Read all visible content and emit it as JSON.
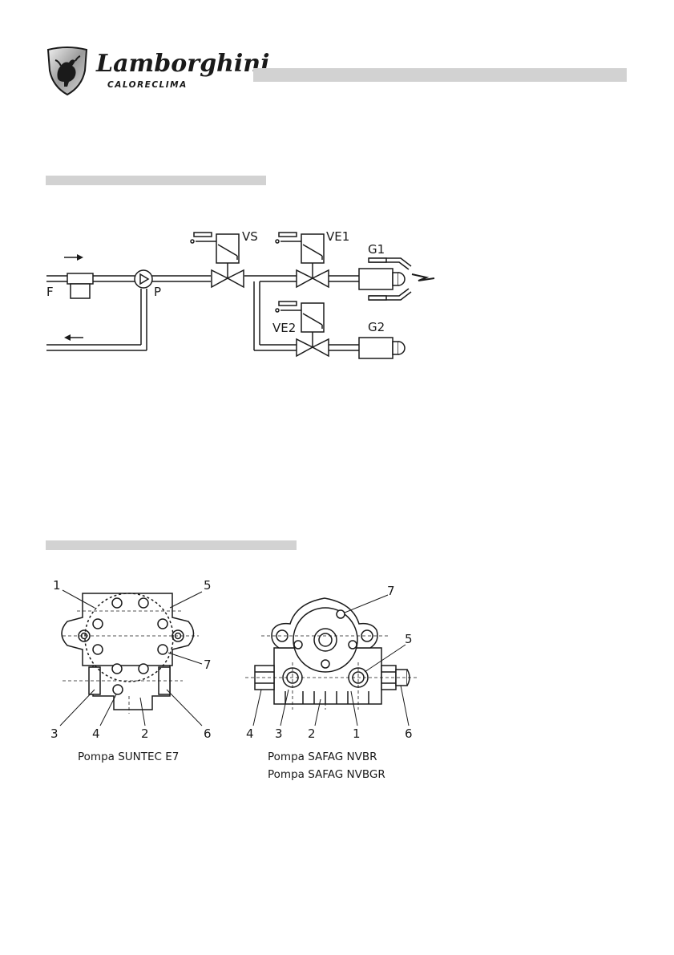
{
  "header": {
    "brand_name": "Lamborghini",
    "brand_sub": "CALORECLIMA",
    "logo_icon": "bull-shield-icon"
  },
  "hydraulic_diagram": {
    "labels": {
      "filter": "F",
      "pump": "P",
      "safety_valve": "VS",
      "valve_1": "VE1",
      "valve_2": "VE2",
      "nozzle_1": "G1",
      "nozzle_2": "G2"
    }
  },
  "pump_suntec": {
    "caption": "Pompa SUNTEC E7",
    "labels": {
      "p1": "1",
      "p2": "2",
      "p3": "3",
      "p4": "4",
      "p5": "5",
      "p6": "6",
      "p7": "7"
    }
  },
  "pump_safag": {
    "caption_1": "Pompa SAFAG NVBR",
    "caption_2": "Pompa SAFAG NVBGR",
    "labels": {
      "p1": "1",
      "p2": "2",
      "p3": "3",
      "p4": "4",
      "p5": "5",
      "p6": "6",
      "p7": "7"
    }
  },
  "colors": {
    "bars": "#d2d2d2",
    "ink": "#1a1a1a"
  }
}
